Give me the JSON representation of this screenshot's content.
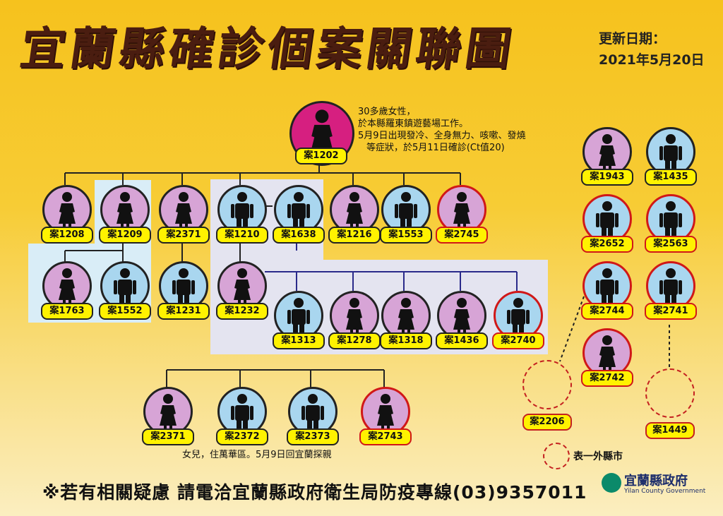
{
  "header": {
    "title": "宜蘭縣確診個案關聯圖",
    "updated_label": "更新日期：",
    "updated_date": "2021年5月20日"
  },
  "cases": {
    "c1202": {
      "label": "案1202",
      "sex": "female"
    },
    "c1208": {
      "label": "案1208",
      "sex": "female"
    },
    "c1209": {
      "label": "案1209",
      "sex": "female"
    },
    "c2371a": {
      "label": "案2371",
      "sex": "female"
    },
    "c1210": {
      "label": "案1210",
      "sex": "male"
    },
    "c1638": {
      "label": "案1638",
      "sex": "male"
    },
    "c1216": {
      "label": "案1216",
      "sex": "female"
    },
    "c1553": {
      "label": "案1553",
      "sex": "male"
    },
    "c2745": {
      "label": "案2745",
      "sex": "female",
      "outside": true
    },
    "c1763": {
      "label": "案1763",
      "sex": "female"
    },
    "c1552": {
      "label": "案1552",
      "sex": "male"
    },
    "c1231": {
      "label": "案1231",
      "sex": "male"
    },
    "c1232": {
      "label": "案1232",
      "sex": "female"
    },
    "c1313": {
      "label": "案1313",
      "sex": "male"
    },
    "c1278": {
      "label": "案1278",
      "sex": "female"
    },
    "c1318": {
      "label": "案1318",
      "sex": "female"
    },
    "c1436": {
      "label": "案1436",
      "sex": "female"
    },
    "c2740": {
      "label": "案2740",
      "sex": "male",
      "outside": true
    },
    "c1943": {
      "label": "案1943",
      "sex": "female"
    },
    "c1435": {
      "label": "案1435",
      "sex": "male"
    },
    "c2652": {
      "label": "案2652",
      "sex": "male",
      "outside": true
    },
    "c2563": {
      "label": "案2563",
      "sex": "male",
      "outside": true
    },
    "c2744": {
      "label": "案2744",
      "sex": "male",
      "outside": true
    },
    "c2741": {
      "label": "案2741",
      "sex": "male",
      "outside": true
    },
    "c2742": {
      "label": "案2742",
      "sex": "female",
      "outside": true
    },
    "c2371b": {
      "label": "案2371",
      "sex": "female"
    },
    "c2372": {
      "label": "案2372",
      "sex": "male"
    },
    "c2373": {
      "label": "案2373",
      "sex": "male"
    },
    "c2743": {
      "label": "案2743",
      "sex": "female",
      "outside": true
    },
    "c2206": {
      "label": "案2206"
    },
    "c1449": {
      "label": "案1449"
    }
  },
  "notes": {
    "root_line1": "30多歲女性，",
    "root_line2": "於本縣羅東鎮遊藝場工作。",
    "root_line3": "5月9日出現發冷、全身無力、咳嗽、發燒",
    "root_line4": "等症狀，於5月11日確診(Ct值20)",
    "daughter": "女兒，住萬華區。5月9日回宜蘭探親"
  },
  "legend": {
    "outside_label": "表一外縣市"
  },
  "footer": {
    "hotline": "※若有相關疑慮 請電洽宜蘭縣政府衛生局防疫專線(03)9357011"
  },
  "gov": {
    "name": "宜蘭縣政府",
    "english": "Yilan County Government"
  },
  "colors": {
    "female_fill": "#d7a4d6",
    "male_fill": "#a9d6ef",
    "root_fill": "#d61f80",
    "label_fill": "#fff200",
    "outside_border": "#d01818",
    "background": "#f6c21d"
  }
}
